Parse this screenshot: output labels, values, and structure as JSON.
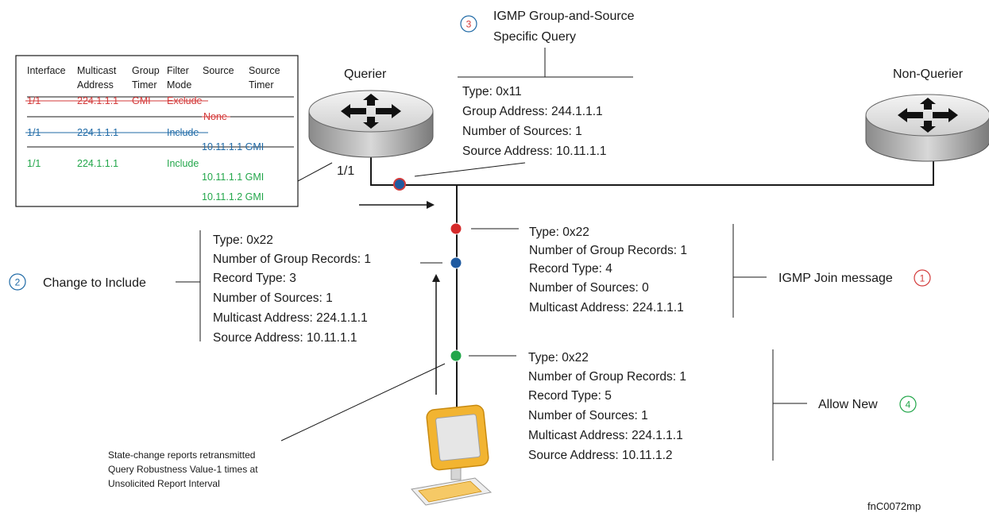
{
  "querier_label": "Querier",
  "non_querier_label": "Non-Querier",
  "port_label": "1/1",
  "figure_id": "fnC0072mp",
  "table": {
    "headers": [
      [
        "Interface"
      ],
      [
        "Multicast",
        "Address"
      ],
      [
        "Group",
        "Timer"
      ],
      [
        "Filter",
        "Mode"
      ],
      [
        "Source"
      ],
      [
        "Source",
        "Timer"
      ]
    ],
    "rows": [
      {
        "interface": "1/1",
        "address": "224.1.1.1",
        "timer": "GMI",
        "mode": "Exclude",
        "color": "#d33a3a",
        "struck": true
      },
      {
        "sub": "None",
        "color": "#d33a3a",
        "struck": true
      },
      {
        "interface": "1/1",
        "address": "224.1.1.1",
        "timer": "",
        "mode": "Include",
        "color": "#1f6aa6",
        "struck": true
      },
      {
        "sub": "10.11.1.1  GMI",
        "color": "#1f6aa6",
        "struck": true
      },
      {
        "interface": "1/1",
        "address": "224.1.1.1",
        "timer": "",
        "mode": "Include",
        "color": "#22a64a",
        "struck": false
      },
      {
        "sub": "10.11.1.1  GMI",
        "color": "#22a64a",
        "struck": false
      },
      {
        "sub": "10.11.1.2  GMI",
        "color": "#22a64a",
        "struck": false
      }
    ]
  },
  "query_message": {
    "number": "3",
    "title_lines": [
      "IGMP Group-and-Source",
      "Specific Query"
    ],
    "lines": [
      "Type: 0x11",
      "Group Address: 244.1.1.1",
      "Number of Sources: 1",
      "Source Address: 10.11.1.1"
    ],
    "color": "#1f6aa6"
  },
  "join_message": {
    "number": "1",
    "label": "IGMP Join message",
    "lines": [
      "Type: 0x22",
      "Number of Group Records: 1",
      "Record Type: 4",
      "Number of Sources: 0",
      "Multicast Address:  224.1.1.1"
    ],
    "color": "#d33a3a"
  },
  "change_message": {
    "number": "2",
    "label": "Change to Include",
    "lines": [
      "Type: 0x22",
      "Number of Group Records: 1",
      "Record Type: 3",
      "Number of Sources: 1",
      "Multicast Address:  224.1.1.1",
      "Source Address: 10.11.1.1"
    ],
    "color": "#1f6aa6"
  },
  "allow_message": {
    "number": "4",
    "label": "Allow New",
    "lines": [
      "Type: 0x22",
      "Number of Group Records: 1",
      "Record Type: 5",
      "Number of Sources: 1",
      "Multicast Address:  224.1.1.1",
      "Source Address: 10.11.1.2"
    ],
    "color": "#22a64a"
  },
  "note_lines": [
    "State-change reports retransmitted",
    "Query Robustness Value-1 times at",
    "Unsolicited Report Interval"
  ]
}
